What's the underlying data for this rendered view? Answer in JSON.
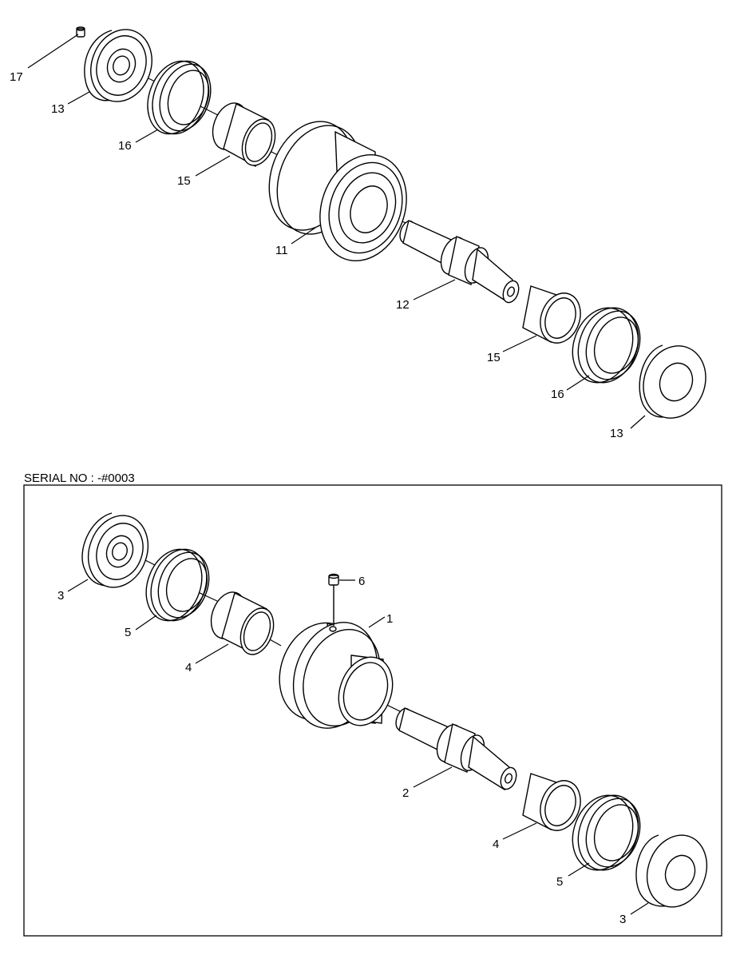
{
  "serial_label": "SERIAL NO : -#0003",
  "upper": {
    "callouts": [
      "17",
      "13",
      "16",
      "15",
      "11",
      "12",
      "15",
      "16",
      "13"
    ]
  },
  "lower": {
    "callouts": [
      "3",
      "5",
      "4",
      "6",
      "1",
      "2",
      "4",
      "5",
      "3"
    ]
  }
}
